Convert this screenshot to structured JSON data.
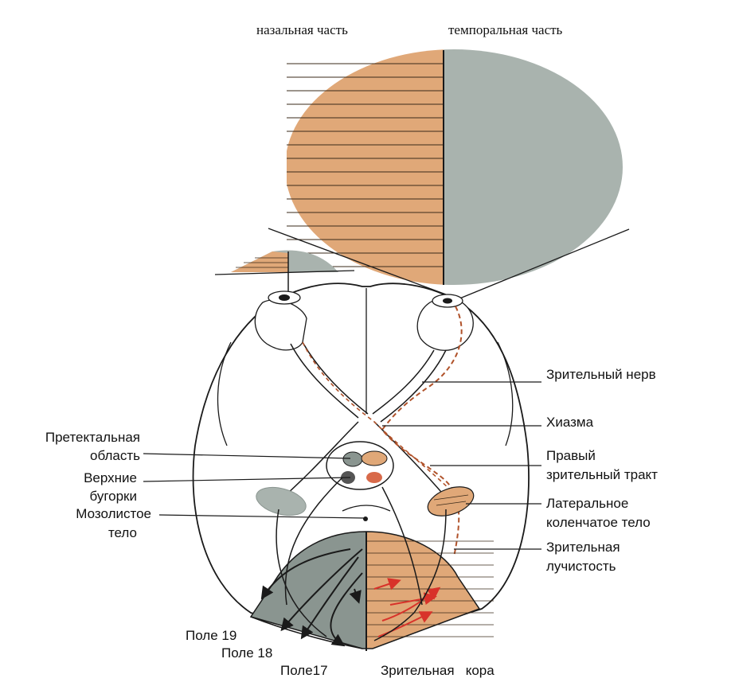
{
  "header": {
    "nasal": "назальная часть",
    "temporal": "темпоральная часть"
  },
  "labels": {
    "optic_nerve": "Зрительный нерв",
    "chiasm": "Хиазма",
    "right_tract_1": "Правый",
    "right_tract_2": "зрительный тракт",
    "lgn_1": "Латеральное",
    "lgn_2": "коленчатое тело",
    "radiation_1": "Зрительная",
    "radiation_2": "лучистость",
    "pretectal_1": "Претектальная",
    "pretectal_2": "область",
    "colliculi_1": "Верхние",
    "colliculi_2": "бугорки",
    "corpus_1": "Мозолистое",
    "corpus_2": "тело",
    "field19": "Поле 19",
    "field18": "Поле 18",
    "field17": "Поле17",
    "cortex": "Зрительная   кора"
  },
  "colors": {
    "nasal_fill": "#e0a878",
    "temporal_fill": "#a9b3ae",
    "outline": "#1a1a1a",
    "dashed_path": "#b0522a",
    "red_arrow": "#d8322a"
  }
}
